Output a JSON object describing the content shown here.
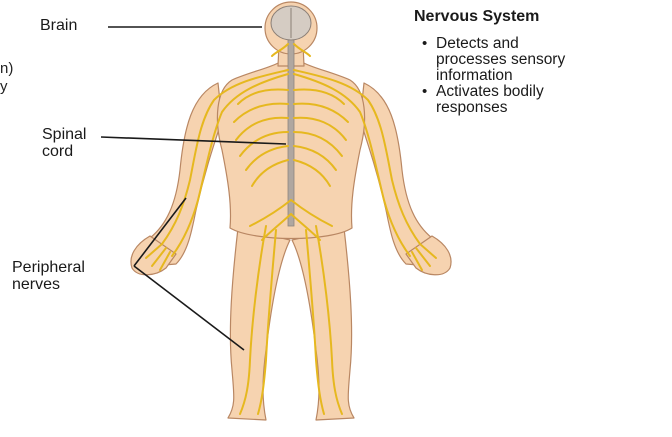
{
  "labels": {
    "brain": "Brain",
    "spinal_cord": [
      "Spinal",
      "cord"
    ],
    "peripheral_nerves": [
      "Peripheral",
      "nerves"
    ]
  },
  "panel": {
    "title": "Nervous System",
    "bullets": [
      [
        "Detects and",
        "processes sensory",
        "information"
      ],
      [
        "Activates bodily",
        "responses"
      ]
    ]
  },
  "edge_fragments": [
    "n)",
    "y"
  ],
  "colors": {
    "skin": "#f6d3b0",
    "skin_outline": "#b98763",
    "nerve": "#e6b81f",
    "brain": "#d5ccc3",
    "spine": "#b0a7a0"
  }
}
